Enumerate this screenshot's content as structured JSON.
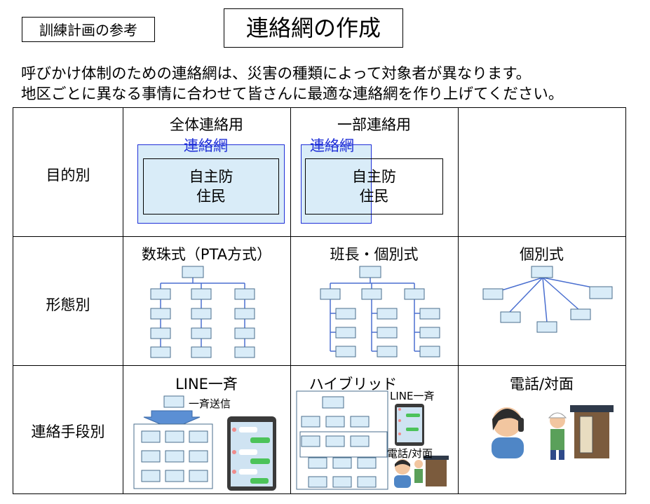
{
  "header": {
    "tag": "訓練計画の参考",
    "title": "連絡網の作成"
  },
  "intro": {
    "line1": "呼びかけ体制のための連絡網は、災害の種類によって対象者が異なります。",
    "line2": "地区ごとに異なる事情に合わせて皆さんに最適な連絡網を作り上げてください。"
  },
  "rows": {
    "purpose": "目的別",
    "form": "形態別",
    "means": "連絡手段別"
  },
  "purpose": {
    "all": {
      "heading": "全体連絡用",
      "label": "連絡網",
      "line1": "自主防",
      "line2": "住民"
    },
    "part": {
      "heading": "一部連絡用",
      "label": "連絡網",
      "line1": "自主防",
      "line2": "住民"
    }
  },
  "form": {
    "pta": "数珠式（PTA方式）",
    "group": "班長・個別式",
    "individual": "個別式"
  },
  "means": {
    "line": {
      "heading": "LINE一斉",
      "sub": "一斉送信"
    },
    "hybrid": {
      "heading": "ハイブリッド",
      "line_label": "LINE一斉",
      "phone_label": "電話/対面"
    },
    "phone": {
      "heading": "電話/対面"
    }
  },
  "colors": {
    "box_fill": "#d9ecf8",
    "blue": "#1f2fd8",
    "line": "#4a6fd0"
  }
}
